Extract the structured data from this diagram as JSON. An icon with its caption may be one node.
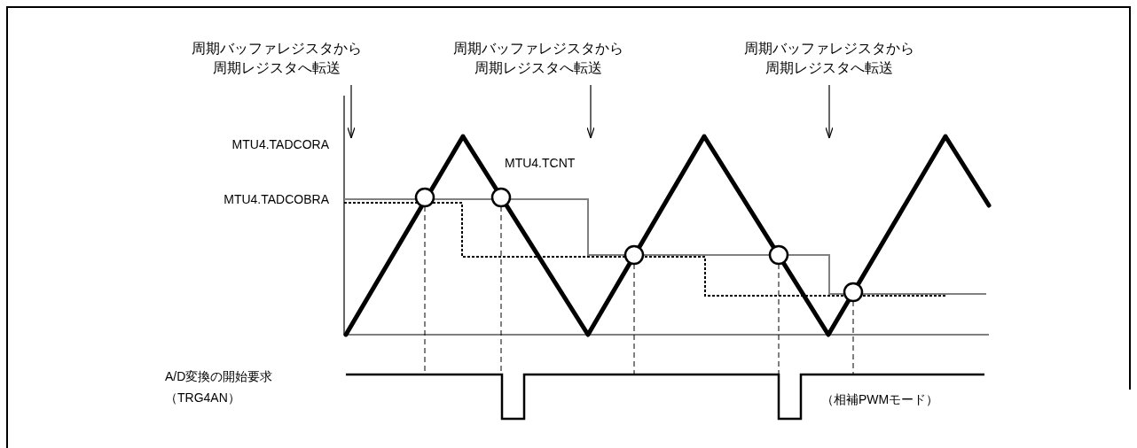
{
  "diagram": {
    "nodes": [
      {
        "text": [
          "周期バッファレジスタから周期レジスタへ転送"
        ]
      },
      {
        "text": [
          "周期バッファレジスタから周期レジスタへ転送"
        ]
      },
      {
        "text": [
          "周期バッファレジスタから周期レジスタへ転送"
        ]
      }
    ],
    "edges": [
      {
        "from": 0,
        "to": null,
        "arrow": "to"
      },
      {
        "from": 1,
        "to": null,
        "arrow": "to"
      },
      {
        "from": 2,
        "to": null,
        "arrow": "to"
      }
    ],
    "labels": [
      "MTU4.TADCORA",
      "MTU4.TCNT",
      "MTU4.TADCOBRA",
      "A/D変換の開始要求",
      "（TRG4AN）",
      "（相補PWMモード）"
    ]
  }
}
